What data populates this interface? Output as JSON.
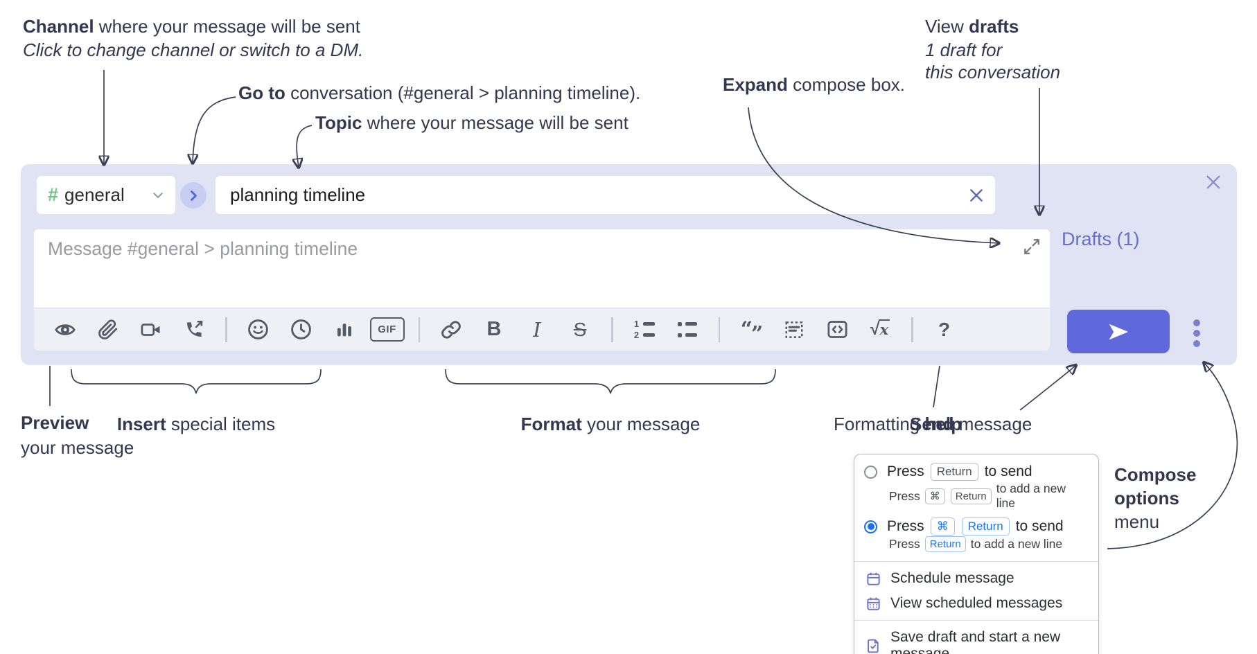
{
  "annotations": {
    "channel_line1_bold": "Channel",
    "channel_line1_rest": " where your message will be sent",
    "channel_line2": "Click to change channel or switch to a DM.",
    "goto_bold": "Go to",
    "goto_rest": " conversation (#general > planning timeline).",
    "topic_bold": "Topic",
    "topic_rest": " where your message will be sent",
    "expand_bold": "Expand",
    "expand_rest": " compose box.",
    "drafts_line1_regular": "View ",
    "drafts_line1_bold": "drafts",
    "drafts_line2": "1 draft for",
    "drafts_line3": "this conversation",
    "preview_bold": "Preview",
    "preview_line2": "your message",
    "insert_bold": "Insert",
    "insert_rest": " special items",
    "format_bold": "Format",
    "format_rest": " your message",
    "help_regular": "Formatting ",
    "help_bold": "help",
    "send_bold": "Send",
    "send_rest": " message",
    "compose_options_line1": "Compose",
    "compose_options_line2": "options",
    "compose_options_line3": "menu"
  },
  "compose": {
    "channel": {
      "hash": "#",
      "name": "general"
    },
    "topic_value": "planning timeline",
    "message_placeholder": "Message #general > planning timeline",
    "drafts_link": "Drafts (1)",
    "toolbar": {
      "icons": [
        "preview-eye",
        "attach-paperclip",
        "video-call",
        "audio-call",
        "emoji",
        "time",
        "poll",
        "gif",
        "link",
        "bold",
        "italic",
        "strikethrough",
        "numbered-list",
        "bulleted-list",
        "quote",
        "spoiler",
        "code",
        "math",
        "help"
      ],
      "gif_label": "GIF",
      "bold_glyph": "B",
      "italic_glyph": "I",
      "strike_glyph": "S",
      "ol_digit1": "1",
      "ol_digit2": "2",
      "quote_open": "“",
      "quote_close": "”",
      "sqrt_glyph": "√",
      "sqrt_var": "x",
      "help_glyph": "?"
    }
  },
  "options_menu": {
    "option1": {
      "selected": false,
      "text1": "Press",
      "key1": "Return",
      "text2": "to send",
      "sub_text1": "Press",
      "sub_key1": "⌘",
      "sub_key2": "Return",
      "sub_text2": "to add a new line"
    },
    "option2": {
      "selected": true,
      "text1": "Press",
      "key1": "⌘",
      "key2": "Return",
      "text2": "to send",
      "sub_text1": "Press",
      "sub_key1": "Return",
      "sub_text2": "to add a new line"
    },
    "schedule": "Schedule message",
    "view_scheduled": "View scheduled messages",
    "save_draft": "Save draft and start a new message"
  },
  "colors": {
    "compose_bg": "#dfe3f3",
    "accent_send": "#5f69dc",
    "drafts_link": "#656fc5",
    "channel_hash_green": "#6fc581",
    "goto_circle_bg": "#c7cef2",
    "goto_arrow_blue": "#4b66e4",
    "kbd_blue": "#1f74f0",
    "radio_selected_blue": "#1c71f0",
    "toolbar_icon": "#565a64",
    "menu_icon_purple": "#6a71ce",
    "annotation_text": "#333850"
  }
}
